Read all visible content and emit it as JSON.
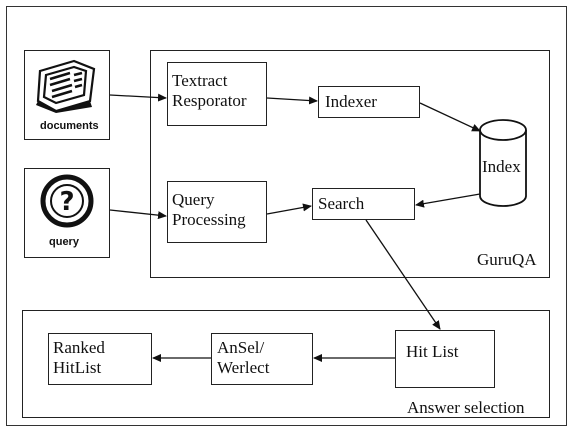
{
  "inputs": {
    "documents_label": "documents",
    "query_label": "query"
  },
  "guruqa": {
    "container_label": "GuruQA",
    "textract_label": "Textract\nResporator",
    "indexer_label": "Indexer",
    "index_label": "Index",
    "query_processing_label": "Query\nProcessing",
    "search_label": "Search"
  },
  "answer_selection": {
    "container_label": "Answer selection",
    "hit_list_label": "Hit List",
    "ansel_label": "AnSel/\nWerlect",
    "ranked_label": "Ranked\nHitList"
  }
}
